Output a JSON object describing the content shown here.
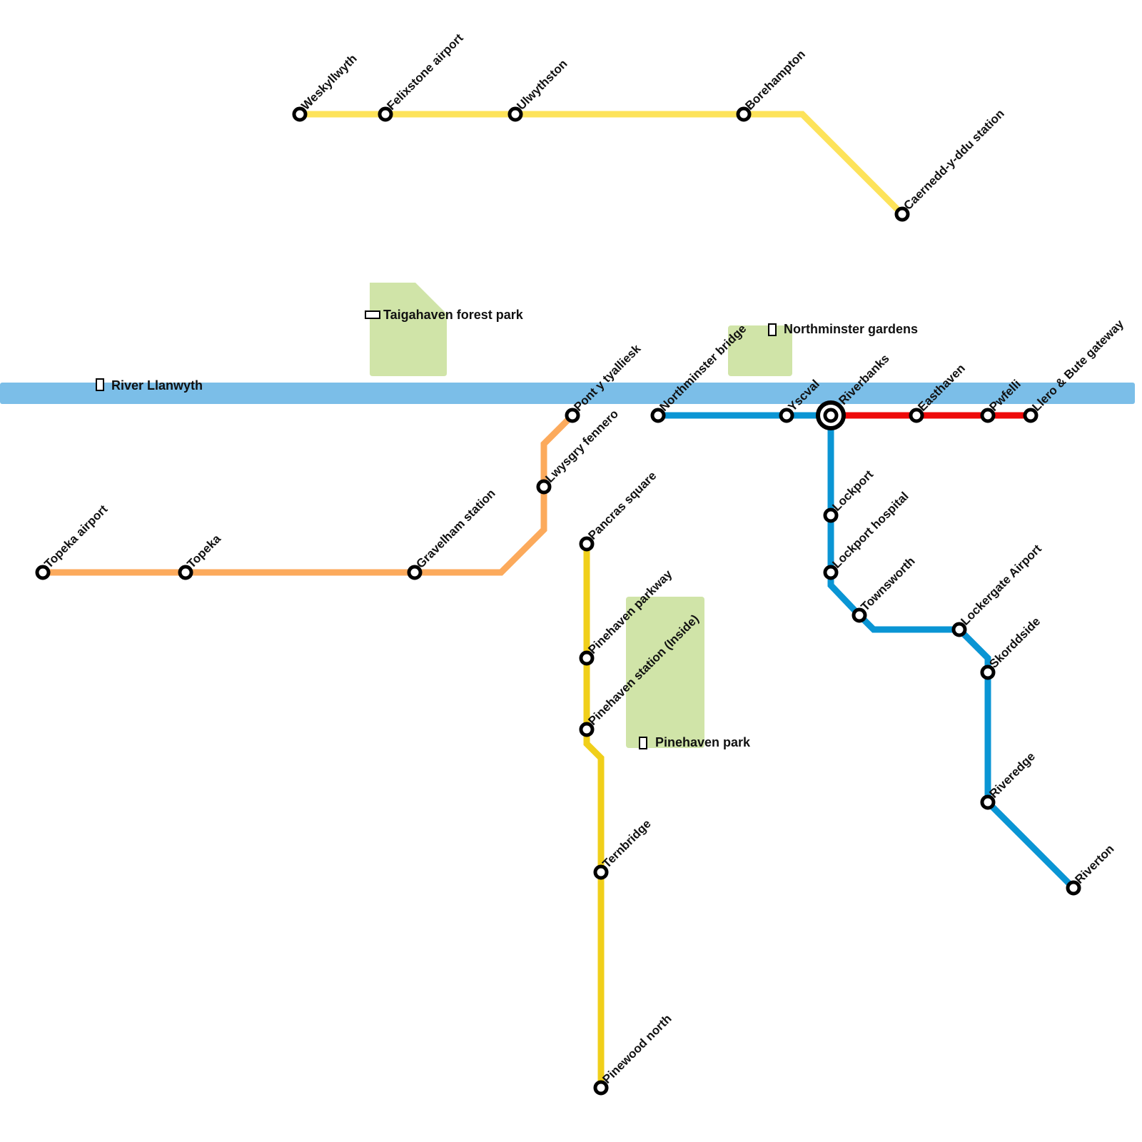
{
  "map": {
    "colors": {
      "river": "#7bbee8",
      "park": "#d0e4a8",
      "line_yellow_light": "#fde35a",
      "line_orange": "#fcaa5c",
      "line_yellow": "#f0cf1a",
      "line_blue": "#0a95d4",
      "line_red": "#ee0a0a"
    },
    "features": [
      {
        "type": "river",
        "name": "River Llanwyth",
        "icon": "water-icon"
      },
      {
        "type": "park",
        "name": "Taigahaven forest park",
        "icon": "forest-icon"
      },
      {
        "type": "park",
        "name": "Northminster gardens",
        "icon": "garden-icon"
      },
      {
        "type": "park",
        "name": "Pinehaven park",
        "icon": "park-icon"
      }
    ],
    "lines": [
      {
        "id": "yellow-north",
        "color": "#fde35a",
        "stations": [
          "Weskyllwyth",
          "Felixstone airport",
          "Ulwythston",
          "Borehampton",
          "Caernedd-y-ddu station"
        ]
      },
      {
        "id": "orange",
        "color": "#fcaa5c",
        "stations": [
          "Topeka airport",
          "Topeka",
          "Gravelham station",
          "Lwysgry fennero",
          "Pont y tyalliesk"
        ]
      },
      {
        "id": "yellow-south",
        "color": "#f0cf1a",
        "stations": [
          "Pancras square",
          "Pinehaven parkway",
          "Pinehaven station (Inside)",
          "Ternbridge",
          "Pinewood north"
        ]
      },
      {
        "id": "blue",
        "color": "#0a95d4",
        "stations": [
          "Northminster bridge",
          "Yscval",
          "Riverbanks",
          "Lockport",
          "Lockport hospital",
          "Townsworth",
          "Lockergate Airport",
          "Skorddside",
          "Riveredge",
          "Riverton"
        ]
      },
      {
        "id": "red",
        "color": "#ee0a0a",
        "stations": [
          "Riverbanks",
          "Easthaven",
          "Pwfelli",
          "Llero & Bute gateway"
        ]
      }
    ],
    "interchanges": [
      "Riverbanks"
    ]
  }
}
